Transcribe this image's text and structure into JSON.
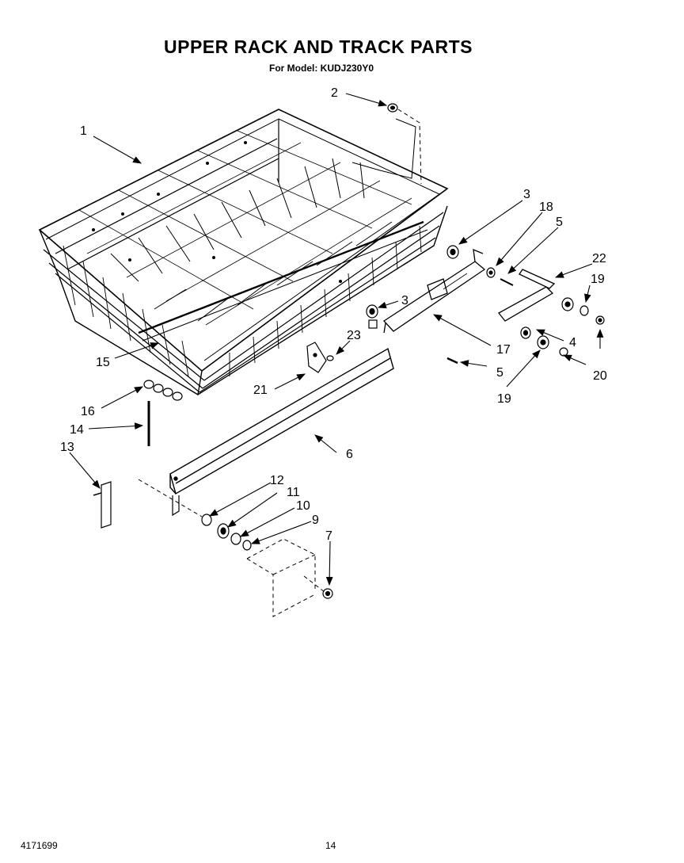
{
  "header": {
    "title": "UPPER RACK AND TRACK PARTS",
    "subtitle": "For Model: KUDJ230Y0"
  },
  "footer": {
    "doc_number": "4171699",
    "page_number": "14"
  },
  "callouts": {
    "c1": "1",
    "c2": "2",
    "c3a": "3",
    "c3b": "3",
    "c4": "4",
    "c5a": "5",
    "c5b": "5",
    "c6": "6",
    "c7": "7",
    "c9": "9",
    "c10": "10",
    "c11": "11",
    "c12": "12",
    "c13": "13",
    "c14": "14",
    "c15": "15",
    "c16": "16",
    "c17": "17",
    "c18": "18",
    "c19a": "19",
    "c19b": "19",
    "c20": "20",
    "c21": "21",
    "c22": "22",
    "c23": "23"
  }
}
